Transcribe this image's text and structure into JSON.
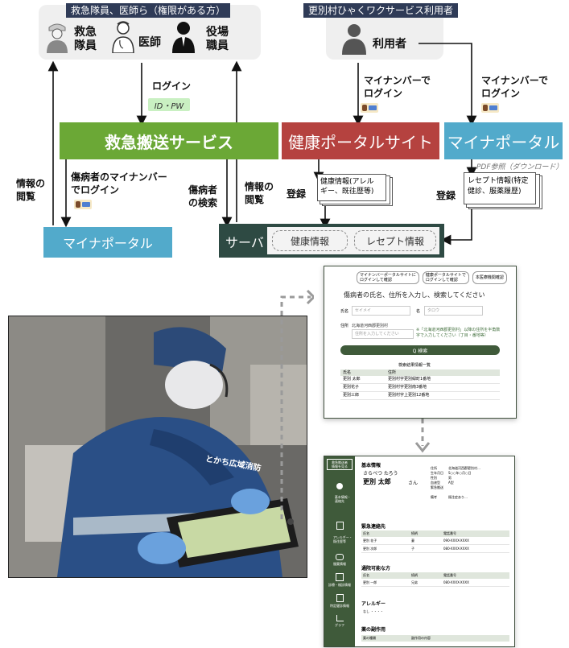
{
  "top_left_panel": {
    "title": "救急隊員、医師ら（権限がある方）",
    "roles": [
      "救急\n隊員",
      "医師",
      "役場\n職員"
    ]
  },
  "top_right_panel": {
    "title": "更別村ひゃくワクサービス利用者",
    "role": "利用者"
  },
  "flow": {
    "login_label": "ログイン",
    "id_pw": "ID・PW",
    "mynumber_login_1": "マイナンバーで\nログイン",
    "mynumber_login_2": "マイナンバーで\nログイン",
    "patient_mynumber_login": "傷病者のマイナンバー\nでログイン",
    "info_view_left": "情報の\n閲覧",
    "patient_search": "傷病者\nの検索",
    "info_view_mid": "情報の\n閲覧",
    "register_1": "登録",
    "register_2": "登録",
    "pdf_label": "PDF参照（ダウンロード）"
  },
  "boxes": {
    "emergency_service": "救急搬送サービス",
    "health_portal": "健康ポータルサイト",
    "myna_portal_top": "マイナポータル",
    "myna_portal_bottom": "マイナポータル",
    "server": "サーバ",
    "server_health": "健康情報",
    "server_receipt": "レセプト情報"
  },
  "docs": {
    "health_doc": "健康情報(アレル\nギー、既往歴等)",
    "receipt_doc": "レセプト情報(特定\n健診、服薬履歴)"
  },
  "screen1": {
    "tabs": [
      "マイナンバーポータルサイトに\nログインして確認",
      "健康ポータルサイトで\nログインして確認",
      "本医療機関確認"
    ],
    "heading": "傷病者の氏名、住所を入力し、検索してください",
    "name_label": "氏名",
    "name_ph1": "セイメイ",
    "name_label2": "名",
    "name_ph2": "タロウ",
    "addr_label": "住所",
    "addr_value": "北海道河西郡更別村",
    "addr_ph": "住所を入力してください",
    "note": "※「北海道河西郡更別村」以降の住所を半角数字で入力してください（丁目・番地等）",
    "search_btn": "Q 検索",
    "list_title": "検索結果情報一覧",
    "cols": [
      "氏名",
      "住所"
    ],
    "rows": [
      [
        "更別 太郎",
        "更別村字更別緑町1番地"
      ],
      [
        "更別花子",
        "更別村字更別南3番地"
      ],
      [
        "更別三郎",
        "更別村字上更別12番地"
      ]
    ]
  },
  "screen2": {
    "side_items": [
      "基本情報・\n連絡先",
      "アレルギー・\n既往歴等",
      "服薬情報",
      "診療・検診情報",
      "特定健診情報",
      "グラフ"
    ],
    "side_top": "救急搬送者\n情報を見る",
    "section_basic": "基本情報",
    "kana": "さらべつ たろう",
    "name": "更別 太郎",
    "san": "さん",
    "details_labels": [
      "住所",
      "生年月日",
      "性別",
      "血液型",
      "緊急搬送",
      "備考"
    ],
    "details_values": [
      "北海道河西郡更別村…",
      "S○○年○月○日",
      "男",
      "A型",
      "",
      "既往症あり…"
    ],
    "section_emergency": "緊急連絡先",
    "emerg_cols": [
      "氏名",
      "続柄",
      "電話番号"
    ],
    "emerg_rows": [
      [
        "更別 花子",
        "妻",
        "090-XXXX-XXXX"
      ],
      [
        "更別 次郎",
        "子",
        "080-XXXX-XXXX"
      ]
    ],
    "section_doctor": "通院可能な方",
    "doctor_cols": [
      "氏名",
      "続柄",
      "電話番号"
    ],
    "doctor_rows": [
      [
        "更別 一郎",
        "兄弟",
        "080-XXXX-XXXX"
      ]
    ],
    "section_allergy": "アレルギー",
    "allergy_value": "なし ・・・・",
    "section_meds": "薬の副作用",
    "meds_cols": [
      "薬の種類",
      "副作用の内容"
    ]
  },
  "photo": {
    "jacket_text": "とかち広域消防"
  },
  "colors": {
    "navy": "#2f3b57",
    "green": "#6ba836",
    "red": "#b5423f",
    "blue": "#52aacb",
    "server": "#2e4a43",
    "ui_green": "#3f5a3a"
  }
}
